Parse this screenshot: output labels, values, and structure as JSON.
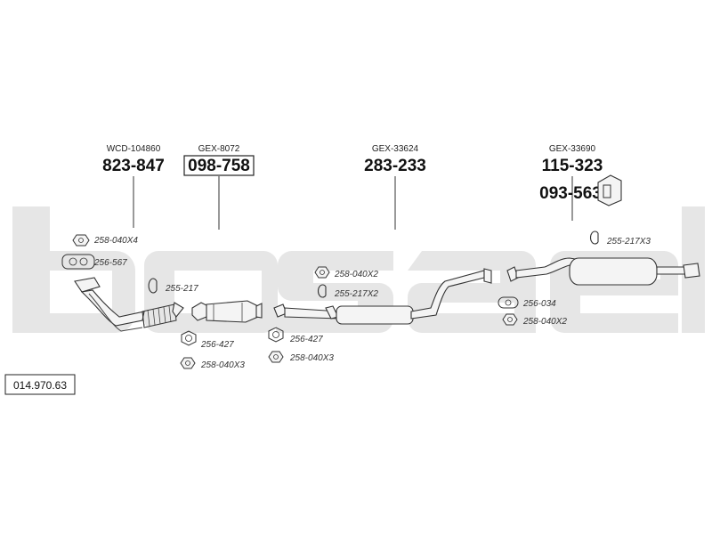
{
  "diagram_number": "014.970.63",
  "brand_watermark": "bosal",
  "groups": [
    {
      "ref": "WCD-104860",
      "part": "823-847",
      "boxed": false
    },
    {
      "ref": "GEX-8072",
      "part": "098-758",
      "boxed": true
    },
    {
      "ref": "GEX-33624",
      "part": "283-233",
      "boxed": false
    },
    {
      "ref": "GEX-33690",
      "part": "115-323",
      "boxed": false
    }
  ],
  "hanger_part": "093-563",
  "small_parts": {
    "p1": "258-040X4",
    "p2": "256-567",
    "p3": "255-217",
    "p4": "256-427",
    "p5": "258-040X3",
    "p6": "256-427",
    "p7": "258-040X3",
    "p8": "258-040X2",
    "p9": "255-217X2",
    "p10": "256-034",
    "p11": "258-040X2",
    "p12": "255-217X3"
  },
  "colors": {
    "watermark": "#e6e6e6",
    "line": "#333333"
  }
}
